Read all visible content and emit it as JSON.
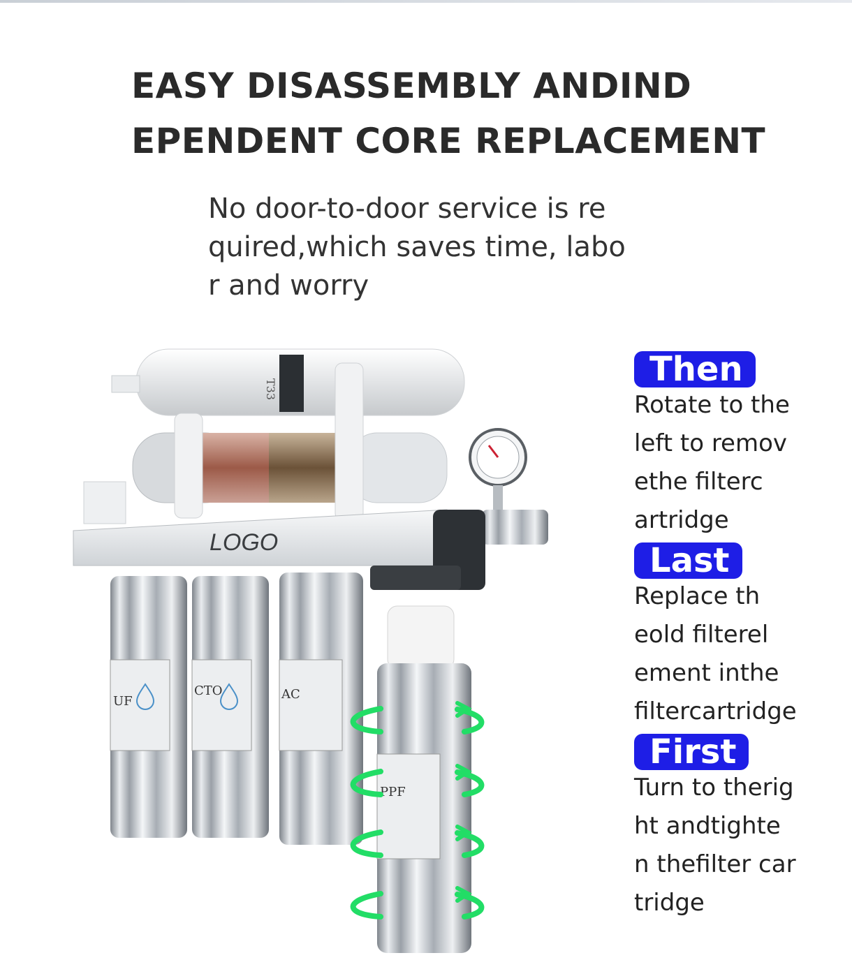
{
  "heading": {
    "line1": "EASY DISASSEMBLY ANDIND",
    "line2": "EPENDENT CORE REPLACEMENT"
  },
  "subtitle": {
    "line1": "No door-to-door service is re",
    "line2": "quired,which saves time, labo",
    "line3": "r and worry"
  },
  "product": {
    "logo_text": "LOGO",
    "top_filter_label": "T33",
    "cartridge_labels": [
      "UF",
      "CTO",
      "AC",
      "PPF"
    ]
  },
  "steps": [
    {
      "label": "Then",
      "lines": [
        "Rotate to the",
        "left to remov",
        "ethe filterc",
        "artridge"
      ]
    },
    {
      "label": "Last",
      "lines": [
        "Replace th",
        "eold filterel",
        "ement inthe",
        "filtercartridge"
      ]
    },
    {
      "label": "First",
      "lines": [
        "Turn to therig",
        "ht andtighte",
        "n thefilter car",
        "tridge"
      ]
    }
  ],
  "colors": {
    "badge": "#1e1ee6",
    "arrow": "#22dd66",
    "steel": "#c9ccd1"
  }
}
